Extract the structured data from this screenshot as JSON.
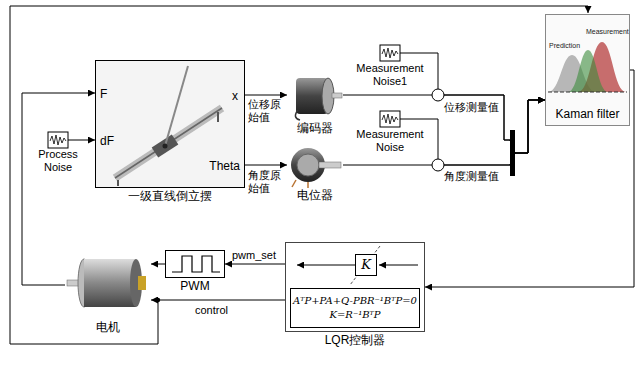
{
  "diagram": {
    "nodes": [
      {
        "text": [
          "Process Noise"
        ]
      },
      {
        "text": [
          "F",
          "dF",
          "x",
          "Theta",
          "一级直线倒立摆"
        ]
      },
      {
        "text": [
          "编码器"
        ]
      },
      {
        "text": [
          "电位器"
        ]
      },
      {
        "text": [
          "Measurement Noise1"
        ]
      },
      {
        "text": [
          "Measurement Noise"
        ]
      },
      {
        "text": [
          "Prediction",
          "Measurement",
          "Kaman filter"
        ]
      },
      {
        "text": [
          "LQR控制器"
        ]
      },
      {
        "text": [
          "K"
        ],
        "in": 7
      },
      {
        "text": [
          "AᵀP+PA+Q-PBR⁻¹BᵀP=0",
          "K=R⁻¹BᵀP"
        ],
        "in": 7
      },
      {
        "text": [
          "PWM"
        ]
      },
      {
        "text": [
          "电机"
        ]
      }
    ],
    "edges": [
      {
        "from": 0,
        "to": 1,
        "arrow": "to"
      },
      {
        "from": 11,
        "to": 1,
        "arrow": "to"
      },
      {
        "from": 1,
        "to": 2,
        "arrow": "to",
        "label": "位移原始值"
      },
      {
        "from": 1,
        "to": 3,
        "arrow": "to",
        "label": "角度原始值"
      },
      {
        "from": 2,
        "to": 6,
        "arrow": "to"
      },
      {
        "from": 4,
        "to": 6,
        "arrow": "to"
      },
      {
        "from": 3,
        "to": 6,
        "arrow": "to"
      },
      {
        "from": 5,
        "to": 6,
        "arrow": "to"
      },
      {
        "from": 6,
        "to": 7,
        "arrow": "to"
      },
      {
        "from": 7,
        "to": 10,
        "arrow": "to",
        "label": "pwm_set"
      },
      {
        "from": 10,
        "to": 11,
        "arrow": "to"
      },
      {
        "from": 7,
        "to": 11,
        "arrow": "to",
        "label": "control"
      }
    ],
    "labels": [
      "位移测量值",
      "角度测量值"
    ]
  }
}
